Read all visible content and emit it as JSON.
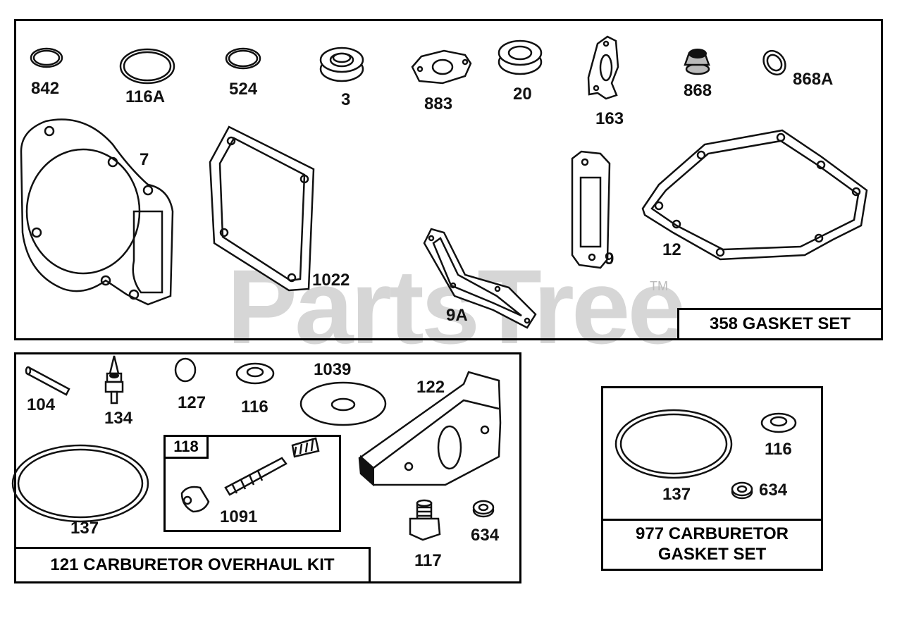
{
  "watermark": {
    "text": "PartsTree",
    "tm": "TM"
  },
  "kits": {
    "gasket_set": "358 GASKET SET",
    "carb_overhaul": "121 CARBURETOR OVERHAUL KIT",
    "carb_gasket_line1": "977 CARBURETOR",
    "carb_gasket_line2": "GASKET SET",
    "sub_kit": "118"
  },
  "parts": {
    "p842": "842",
    "p116a": "116A",
    "p524": "524",
    "p3": "3",
    "p883": "883",
    "p20": "20",
    "p163": "163",
    "p868": "868",
    "p868a": "868A",
    "p7": "7",
    "p1022": "1022",
    "p9a": "9A",
    "p9": "9",
    "p12": "12",
    "p104": "104",
    "p134": "134",
    "p127": "127",
    "p116": "116",
    "p1039": "1039",
    "p122": "122",
    "p137": "137",
    "p1091": "1091",
    "p117": "117",
    "p634": "634",
    "p137b": "137",
    "p116b": "116",
    "p634b": "634"
  }
}
